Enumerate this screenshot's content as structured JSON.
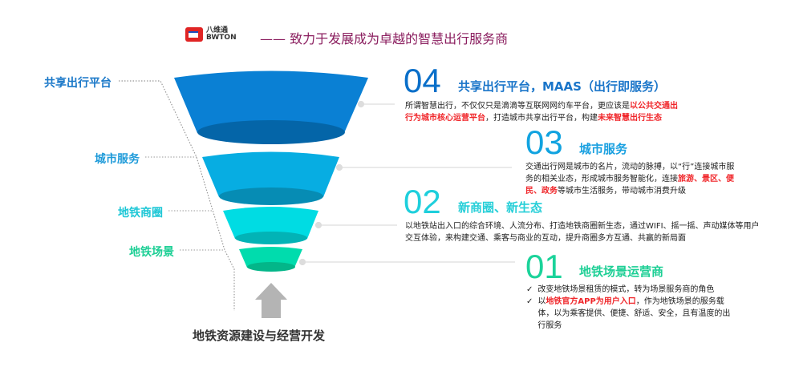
{
  "header": {
    "logo_cn": "八维通",
    "logo_en": "BWTON",
    "slogan": "—— 致力于发展成为卓越的智慧出行服务商"
  },
  "funnel_labels": [
    "共享出行平台",
    "城市服务",
    "地铁商圈",
    "地铁场景"
  ],
  "bottom_label": "地铁资源建设与经营开发",
  "sections": [
    {
      "number": "04",
      "title": "共享出行平台，MAAS（出行即服务）",
      "body": [
        {
          "t": "所谓智慧出行，不仅仅只是滴滴等互联网网约车平台，更应该是"
        },
        {
          "t": "以公共交通出行为城市核心运营平台",
          "red": true
        },
        {
          "t": "，打造城市共享出行平台，构建"
        },
        {
          "t": "未来智慧出行生态",
          "red": true
        }
      ]
    },
    {
      "number": "03",
      "title": "城市服务",
      "body": [
        {
          "t": "交通出行网是城市的名片，流动的脉搏，以“行”连接城市服务的相关业态，形成城市服务智能化，连接"
        },
        {
          "t": "旅游、景区、便民、政务",
          "red": true
        },
        {
          "t": "等城市生活服务，带动城市消费升级"
        }
      ]
    },
    {
      "number": "02",
      "title": "新商圈、新生态",
      "body": [
        {
          "t": "以地铁站出入口的综合环境、人流分布、打造地铁商圈新生态，通过WIFI、摇一摇、声动媒体等用户交互体验，来构建交通、乘客与商业的互动，提升商圈多方互通、共赢的新局面"
        }
      ]
    },
    {
      "number": "01",
      "title": "地铁场景运营商",
      "bullets": [
        [
          {
            "t": "改变地铁场景租赁的模式，转为场景服务商的角色"
          }
        ],
        [
          {
            "t": "以"
          },
          {
            "t": "地铁官方APP为用户入口",
            "red": true
          },
          {
            "t": "，作为地铁场景的服务载体，以为乘客提供、便捷、舒适、安全，且有温度的出行服务"
          }
        ]
      ]
    }
  ],
  "colors": {
    "level4": "#0a7fd4",
    "level3": "#06aee3",
    "level2": "#00dbe3",
    "level1": "#00dcae",
    "red": "#f0262a"
  }
}
